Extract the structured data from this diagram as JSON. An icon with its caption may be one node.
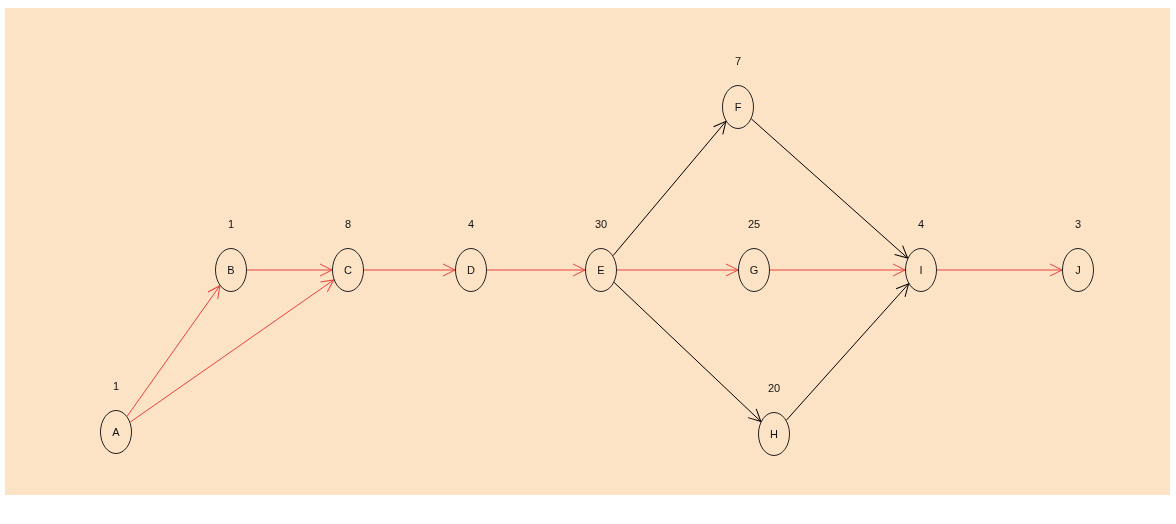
{
  "diagram": {
    "nodes": [
      {
        "text": [
          "A"
        ],
        "beside": [
          "1"
        ]
      },
      {
        "text": [
          "B"
        ],
        "beside": [
          "1"
        ]
      },
      {
        "text": [
          "C"
        ],
        "beside": [
          "8"
        ]
      },
      {
        "text": [
          "D"
        ],
        "beside": [
          "4"
        ]
      },
      {
        "text": [
          "E"
        ],
        "beside": [
          "30"
        ]
      },
      {
        "text": [
          "F"
        ],
        "beside": [
          "7"
        ]
      },
      {
        "text": [
          "G"
        ],
        "beside": [
          "25"
        ]
      },
      {
        "text": [
          "H"
        ],
        "beside": [
          "20"
        ]
      },
      {
        "text": [
          "I"
        ],
        "beside": [
          "4"
        ]
      },
      {
        "text": [
          "J"
        ],
        "beside": [
          "3"
        ]
      }
    ],
    "edges": [
      {
        "from": 0,
        "to": 1,
        "arrow": "to"
      },
      {
        "from": 0,
        "to": 2,
        "arrow": "to"
      },
      {
        "from": 1,
        "to": 2,
        "arrow": "to"
      },
      {
        "from": 2,
        "to": 3,
        "arrow": "to"
      },
      {
        "from": 3,
        "to": 4,
        "arrow": "to"
      },
      {
        "from": 4,
        "to": 5,
        "arrow": "to",
        "color": "#000000"
      },
      {
        "from": 4,
        "to": 6,
        "arrow": "to"
      },
      {
        "from": 4,
        "to": 7,
        "arrow": "to",
        "color": "#000000"
      },
      {
        "from": 5,
        "to": 8,
        "arrow": "to",
        "color": "#000000"
      },
      {
        "from": 6,
        "to": 8,
        "arrow": "to"
      },
      {
        "from": 7,
        "to": 8,
        "arrow": "to",
        "color": "#000000"
      },
      {
        "from": 8,
        "to": 9,
        "arrow": "to"
      }
    ]
  }
}
